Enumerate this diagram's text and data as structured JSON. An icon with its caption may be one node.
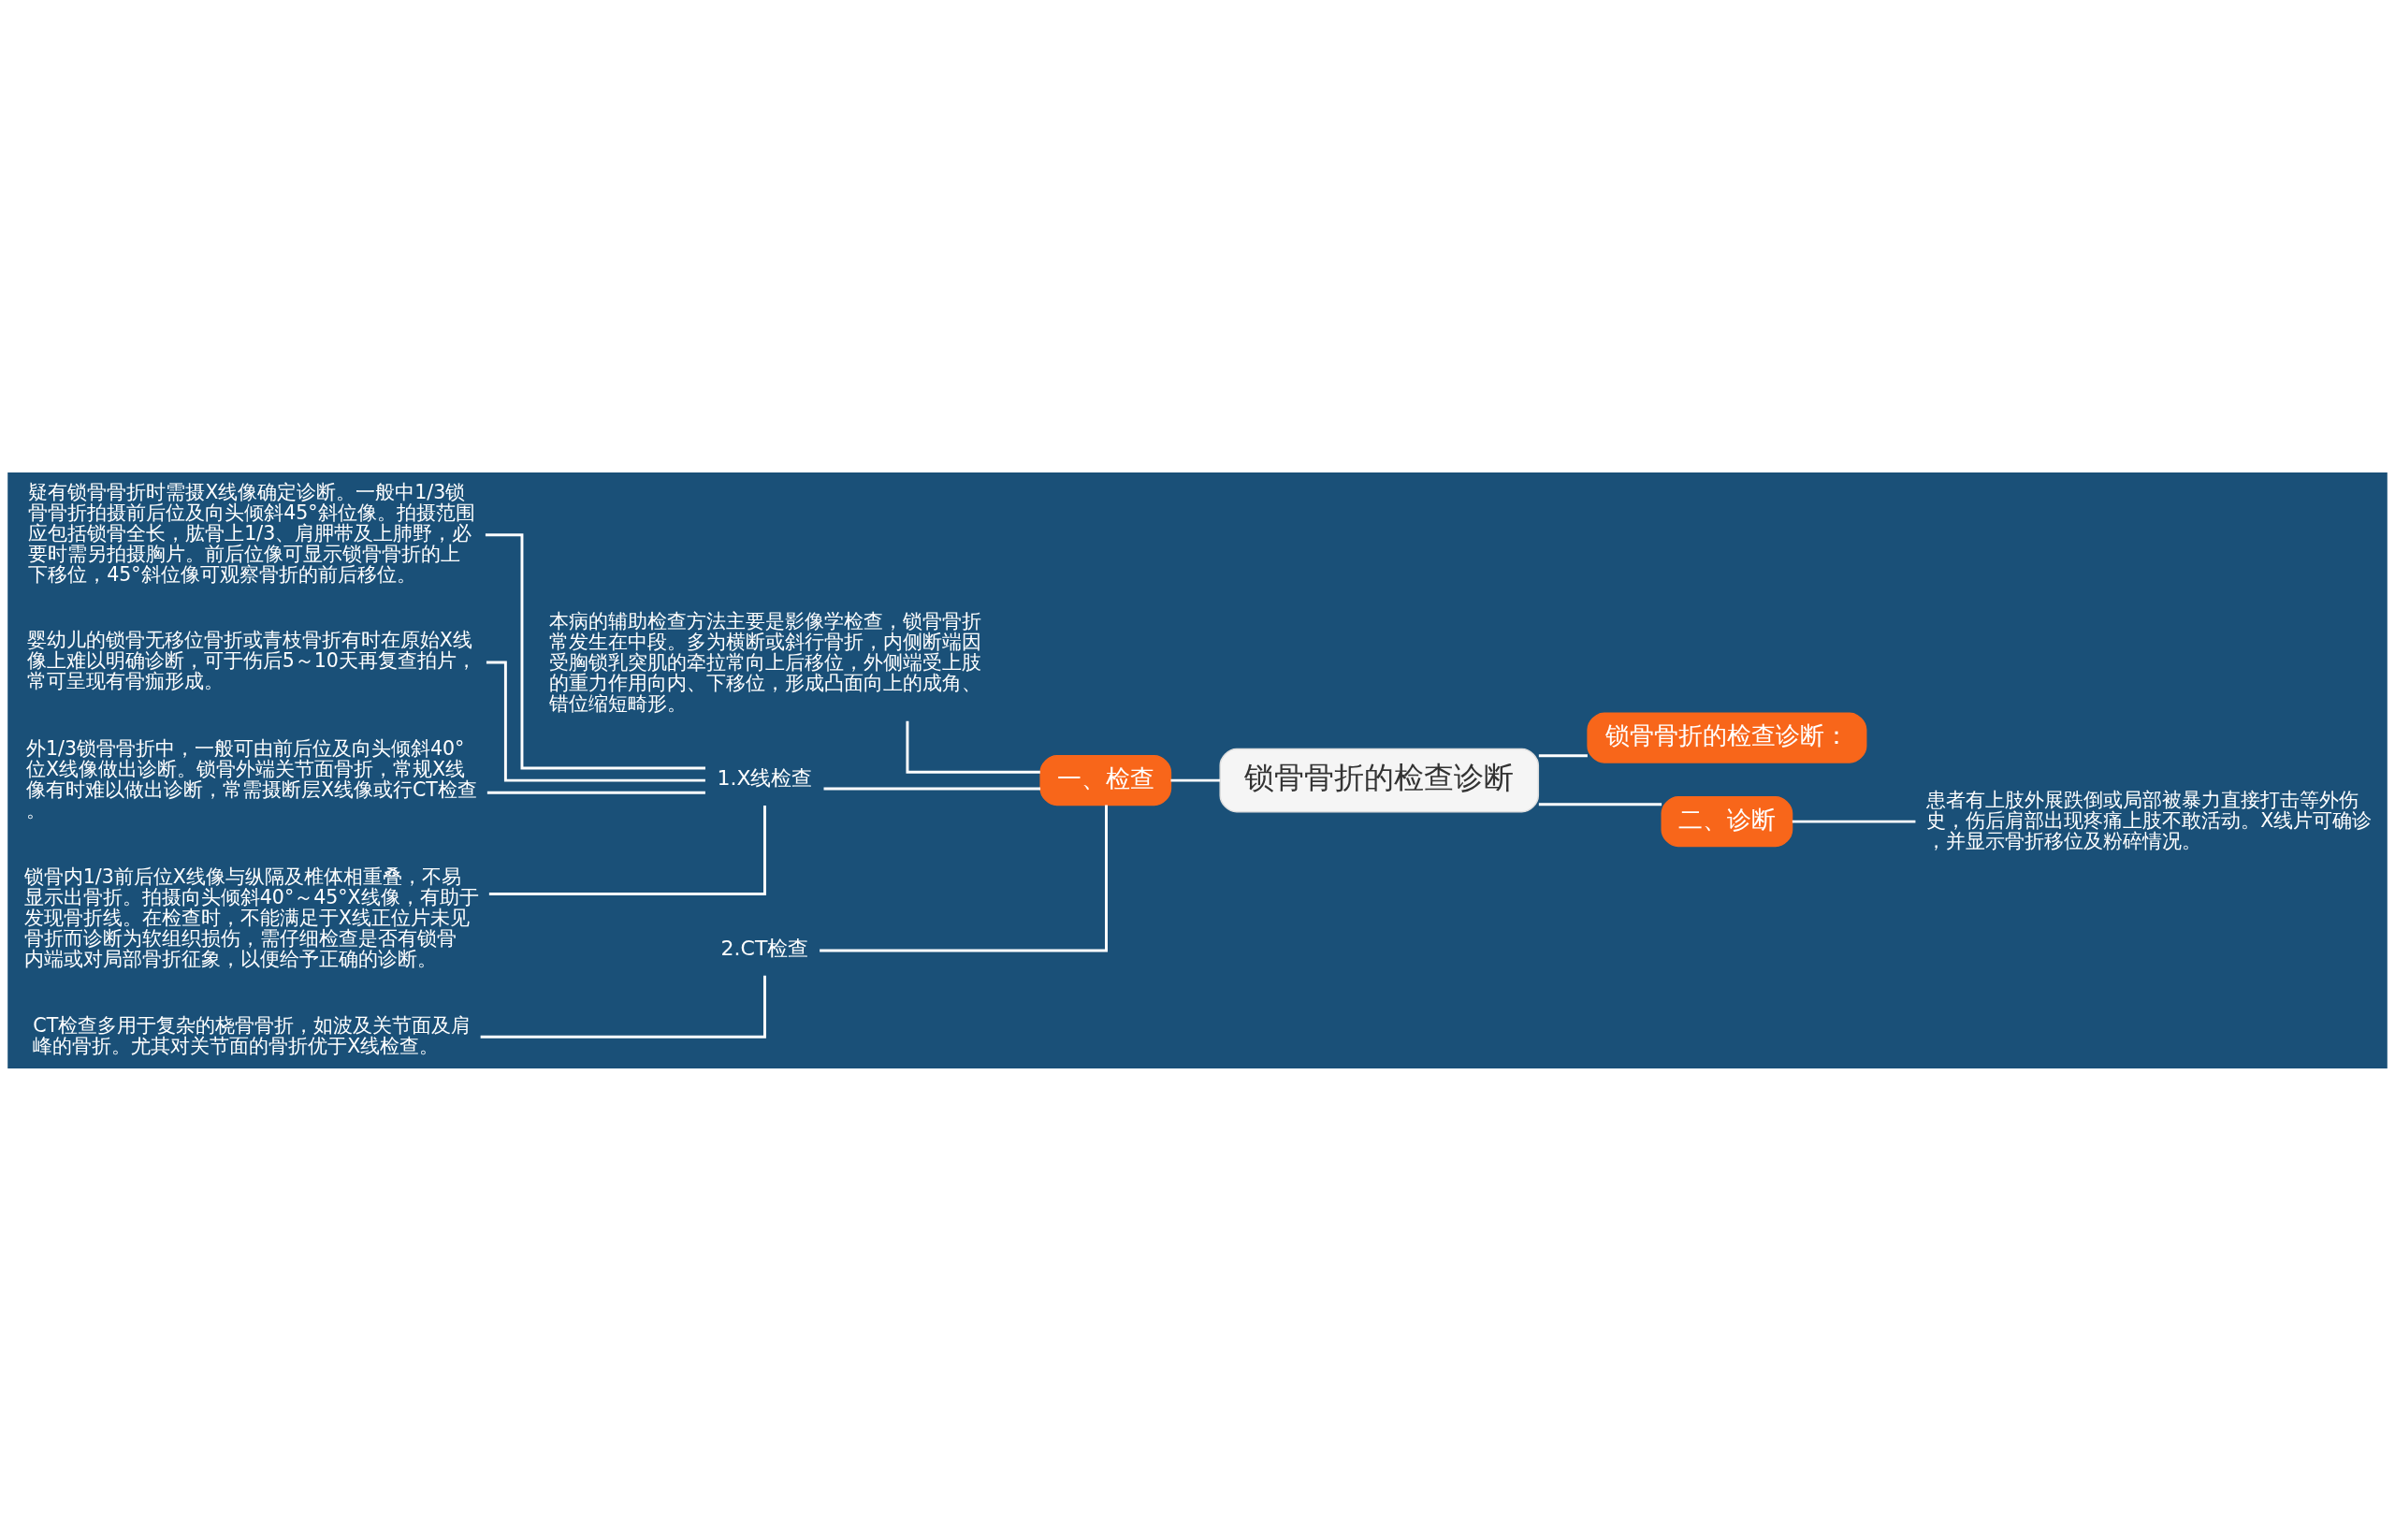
{
  "diagram": {
    "nodes": [
      {
        "text": [
          "锁骨骨折的检查诊断"
        ]
      },
      {
        "text": [
          "一、检查"
        ]
      },
      {
        "text": [
          "本病的辅助检查方法主要是影像学检查，锁骨骨折常发生在中段。多为横断或斜行骨折，内侧断端因受胸锁乳突肌的牵拉常向上后移位，外侧端受上肢的重力作用向内、下移位，形成凸面向上的成角、错位缩短畸形。"
        ]
      },
      {
        "text": [
          "1.X线检查"
        ]
      },
      {
        "text": [
          "疑有锁骨骨折时需摄X线像确定诊断。一般中1/3锁骨骨折拍摄前后位及向头倾斜45°斜位像。拍摄范围应包括锁骨全长，肱骨上1/3、肩胛带及上肺野，必要时需另拍摄胸片。前后位像可显示锁骨骨折的上下移位，45°斜位像可观察骨折的前后移位。"
        ]
      },
      {
        "text": [
          "婴幼儿的锁骨无移位骨折或青枝骨折有时在原始X线像上难以明确诊断，可于伤后5～10天再复查拍片，常可呈现有骨痂形成。"
        ]
      },
      {
        "text": [
          "外1/3锁骨骨折中，一般可由前后位及向头倾斜40°位X线像做出诊断。锁骨外端关节面骨折，常规X线像有时难以做出诊断，常需摄断层X线像或行CT检查。"
        ]
      },
      {
        "text": [
          "锁骨内1/3前后位X线像与纵隔及椎体相重叠，不易显示出骨折。拍摄向头倾斜40°～45°X线像，有助于发现骨折线。在检查时，不能满足于X线正位片未见骨折而诊断为软组织损伤，需仔细检查是否有锁骨内端或对局部骨折征象，以便给予正确的诊断。"
        ]
      },
      {
        "text": [
          "2.CT检查"
        ]
      },
      {
        "text": [
          "CT检查多用于复杂的桡骨骨折，如波及关节面及肩峰的骨折。尤其对关节面的骨折优于X线检查。"
        ]
      },
      {
        "text": [
          "锁骨骨折的检查诊断："
        ]
      },
      {
        "text": [
          "二、诊断"
        ]
      },
      {
        "text": [
          "患者有上肢外展跌倒或局部被暴力直接打击等外伤史，伤后肩部出现疼痛上肢不敢活动。X线片可确诊，并显示骨折移位及粉碎情况。"
        ]
      }
    ],
    "edges": [
      {
        "from": 0,
        "to": 1,
        "arrow": "none"
      },
      {
        "from": 1,
        "to": 2,
        "arrow": "none"
      },
      {
        "from": 1,
        "to": 3,
        "arrow": "none"
      },
      {
        "from": 3,
        "to": 4,
        "arrow": "none"
      },
      {
        "from": 3,
        "to": 5,
        "arrow": "none"
      },
      {
        "from": 3,
        "to": 6,
        "arrow": "none"
      },
      {
        "from": 3,
        "to": 7,
        "arrow": "none"
      },
      {
        "from": 1,
        "to": 8,
        "arrow": "none"
      },
      {
        "from": 8,
        "to": 9,
        "arrow": "none"
      },
      {
        "from": 0,
        "to": 10,
        "arrow": "none"
      },
      {
        "from": 0,
        "to": 11,
        "arrow": "none"
      },
      {
        "from": 11,
        "to": 12,
        "arrow": "none"
      }
    ]
  }
}
